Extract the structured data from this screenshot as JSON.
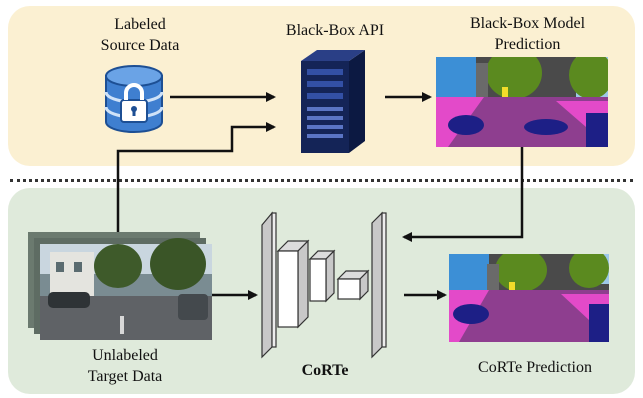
{
  "top_section": {
    "source_label_line1": "Labeled",
    "source_label_line2": "Source Data",
    "api_label": "Black-Box API",
    "prediction_label_line1": "Black-Box Model",
    "prediction_label_line2": "Prediction"
  },
  "bottom_section": {
    "target_label_line1": "Unlabeled",
    "target_label_line2": "Target Data",
    "model_label": "CoRTe",
    "corte_prediction_label": "CoRTe Prediction"
  },
  "colors": {
    "top_panel": "#fbf0d2",
    "bottom_panel": "#dfeadb",
    "database_blue": "#3f7fd0",
    "server_navy": "#1c2f6b",
    "seg_road": "#8e3e8f",
    "seg_sidewalk": "#e34ac9",
    "seg_vegetation": "#5b8a1f",
    "seg_car": "#1d1f86",
    "seg_sky": "#3c8fd6",
    "seg_building": "#4a4a4a"
  },
  "icons": [
    "database-lock-icon",
    "server-icon",
    "network-icon"
  ]
}
